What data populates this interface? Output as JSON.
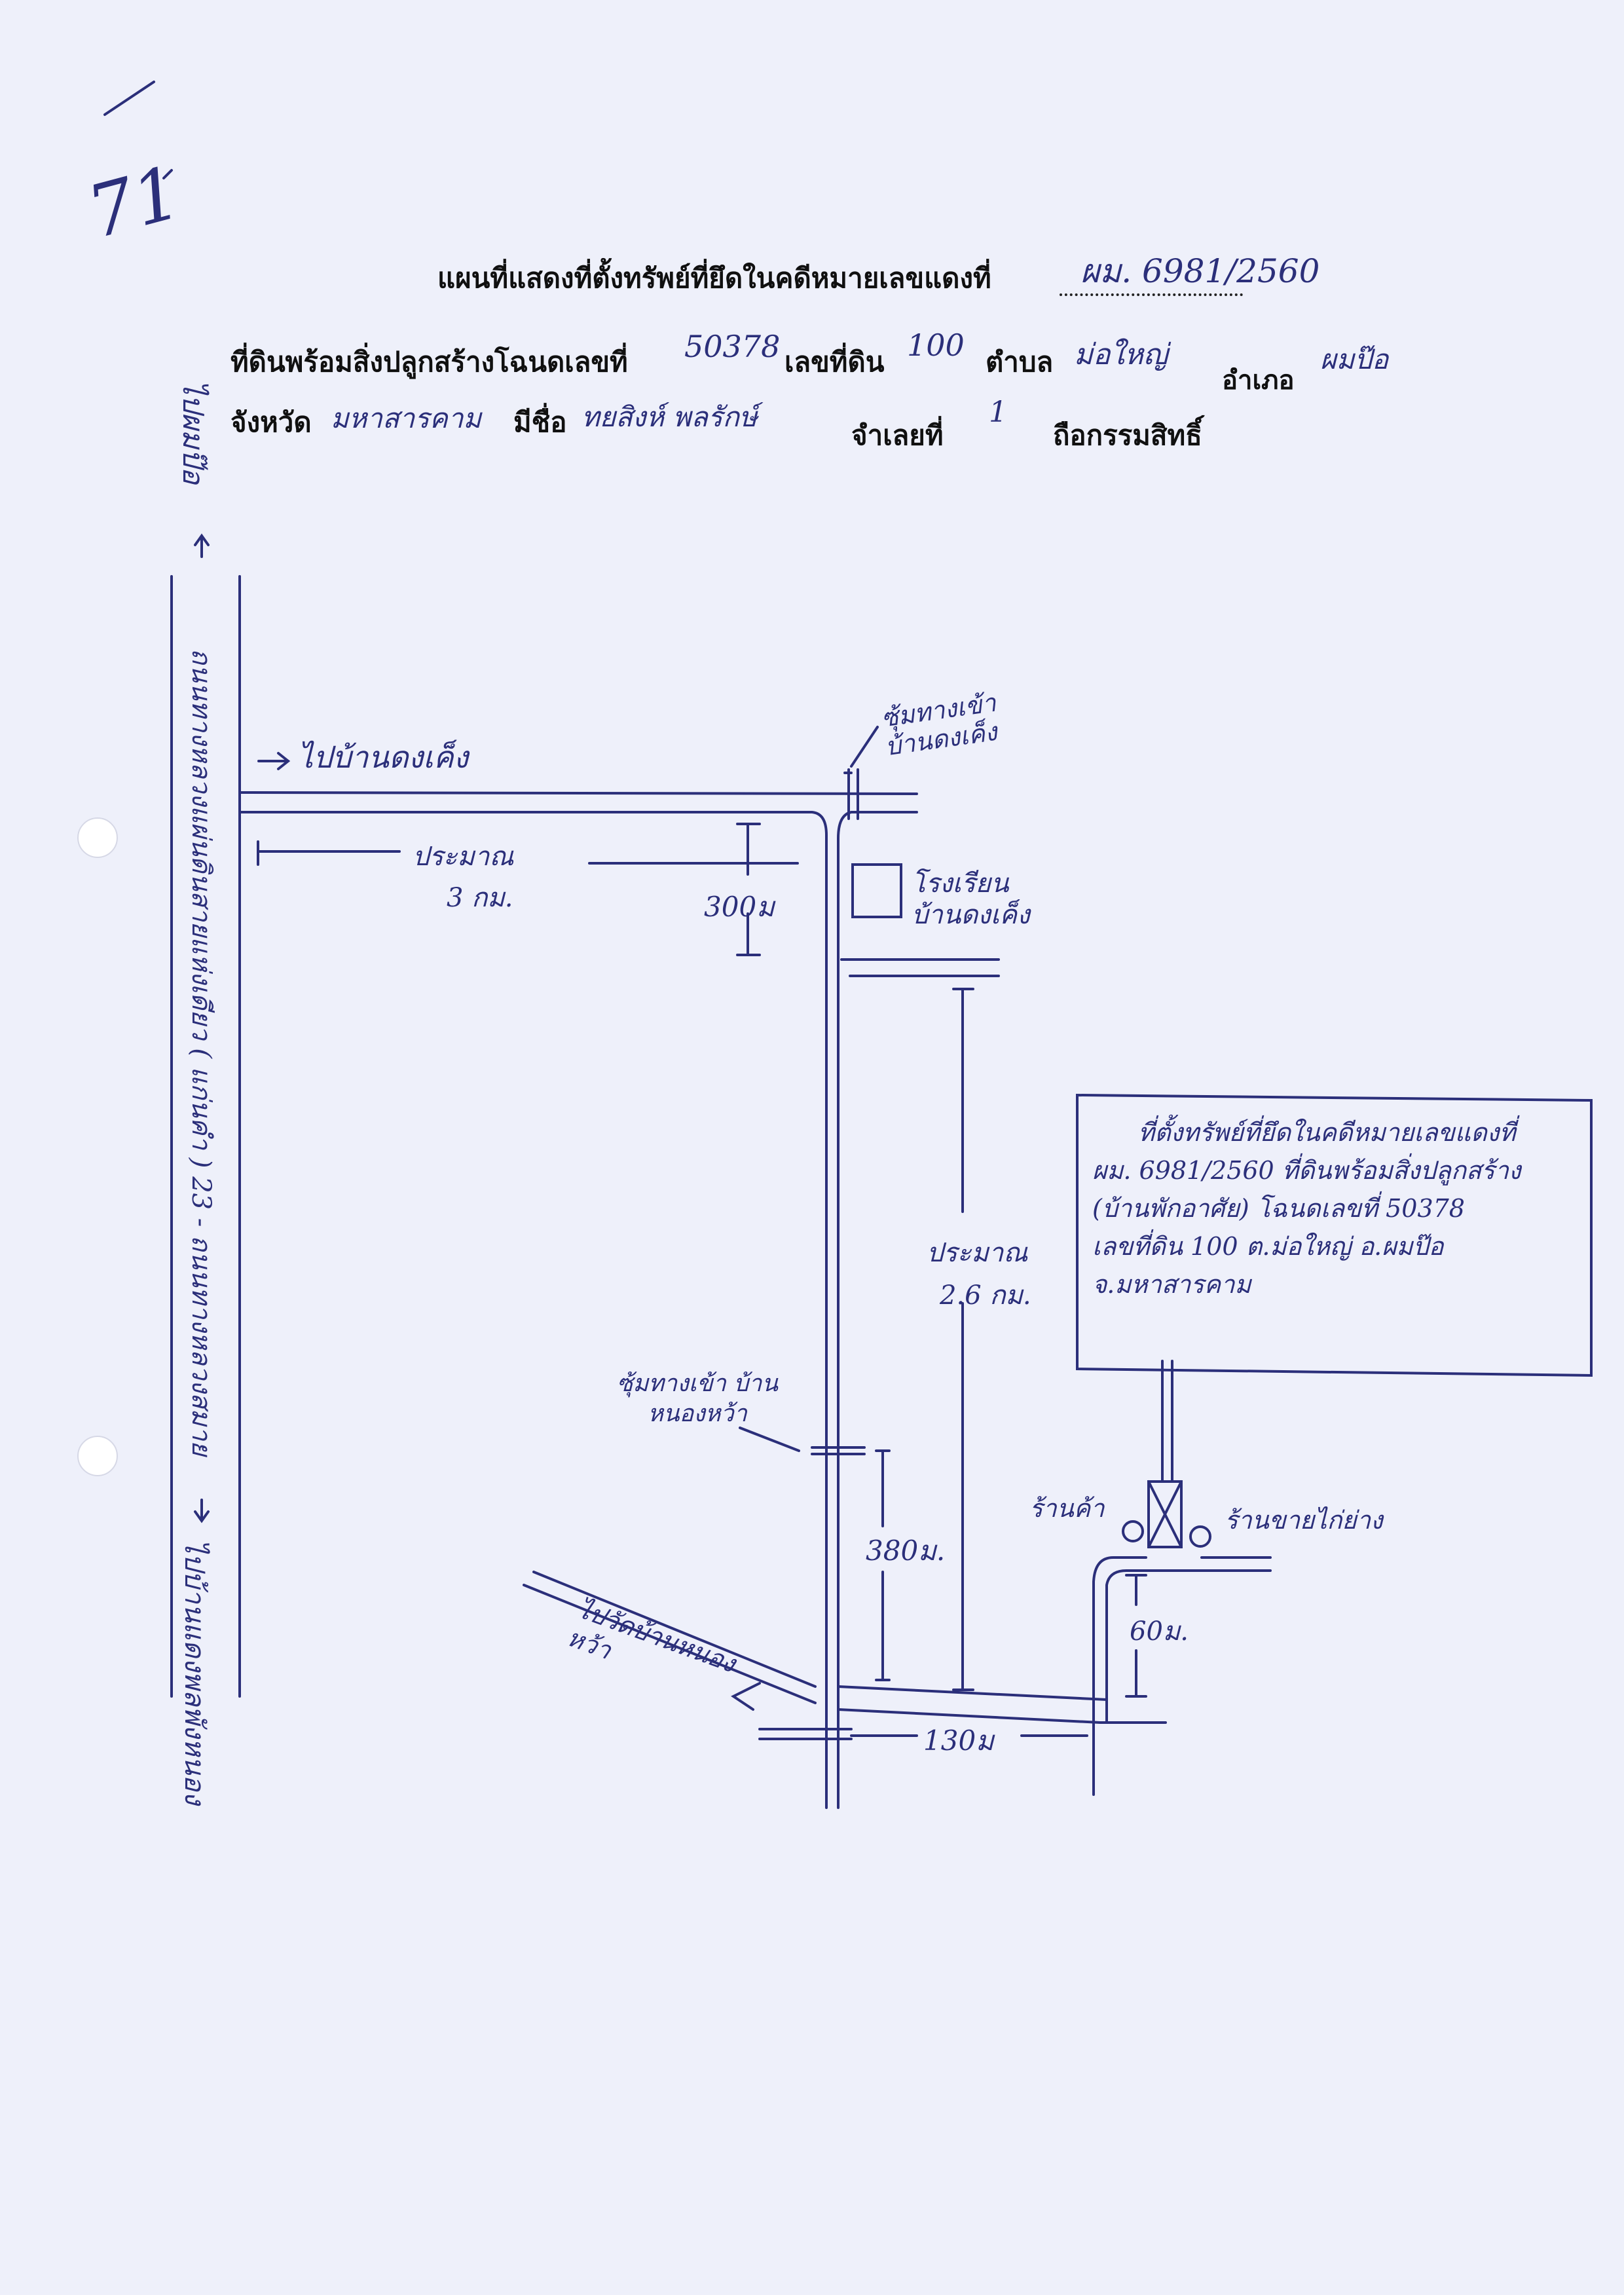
{
  "header": {
    "title_label": "แผนที่แสดงที่ตั้งทรัพย์ที่ยึดในคดีหมายเลขแดงที่",
    "case_number": "ผม. 6981/2560",
    "row2": {
      "deed_label": "ที่ดินพร้อมสิ่งปลูกสร้างโฉนดเลขที่",
      "deed_value": "50378",
      "land_no_label": "เลขที่ดิน",
      "land_no_value": "100",
      "subdistrict_label": "ตำบล",
      "subdistrict_value": "ม่อใหญ่",
      "district_label": "อำเภอ",
      "district_value": "ผมป๊อ"
    },
    "row3": {
      "province_label": "จังหวัด",
      "province_value": "มหาสารคาม",
      "name_label": "มีชื่อ",
      "name_value": "ทยสิงห์ พลรักษ์",
      "share_label": "จำเลยที่",
      "share_value": "1",
      "ownership_label": "ถือกรรมสิทธิ์"
    }
  },
  "map": {
    "main_highway_label": "ถนนทางหลวงแผ่นดินสายแห่งเดียว ( แก่นคำ ) 23 - ถนนทางหลวงสมาย",
    "highway_name_top": "ไปผมป๊อ",
    "highway_name_bottom": "ไปบ้านแดงพลพังหนอง",
    "branch_road_label": "ไปบ้านดงเค็ง",
    "distance_3km_line1": "ประมาณ",
    "distance_3km_line2": "3 กม.",
    "distance_300m": "300ม",
    "entrance_sign_1": "ซุ้มทางเข้า บ้านดงเค็ง",
    "school_label": "โรงเรียน บ้านดงเค็ง",
    "distance_26km_line1": "ประมาณ",
    "distance_26km_line2": "2.6 กม.",
    "entrance_sign_2": "ซุ้มทางเข้า บ้านหนองหว้า",
    "distance_380m": "380ม.",
    "diagonal_road_label": "ไปวัดบ้านหนองหว้า",
    "distance_130m": "130ม",
    "distance_60m": "60ม.",
    "shop_left": "ร้านค้า",
    "shop_right": "ร้านขายไก่ย่าง",
    "property_note": [
      "ที่ตั้งทรัพย์ที่ยึดในคดีหมายเลขแดงที่",
      "ผม. 6981/2560 ที่ดินพร้อมสิ่งปลูกสร้าง",
      "(บ้านพักอาศัย) โฉนดเลขที่ 50378",
      "เลขที่ดิน 100 ต.ม่อใหญ่ อ.ผมป๊อ",
      "จ.มหาสารคาม"
    ]
  },
  "margin_note": "71",
  "colors": {
    "paper": "#eef0fa",
    "ink": "#2b2f7a",
    "print": "#101010"
  }
}
